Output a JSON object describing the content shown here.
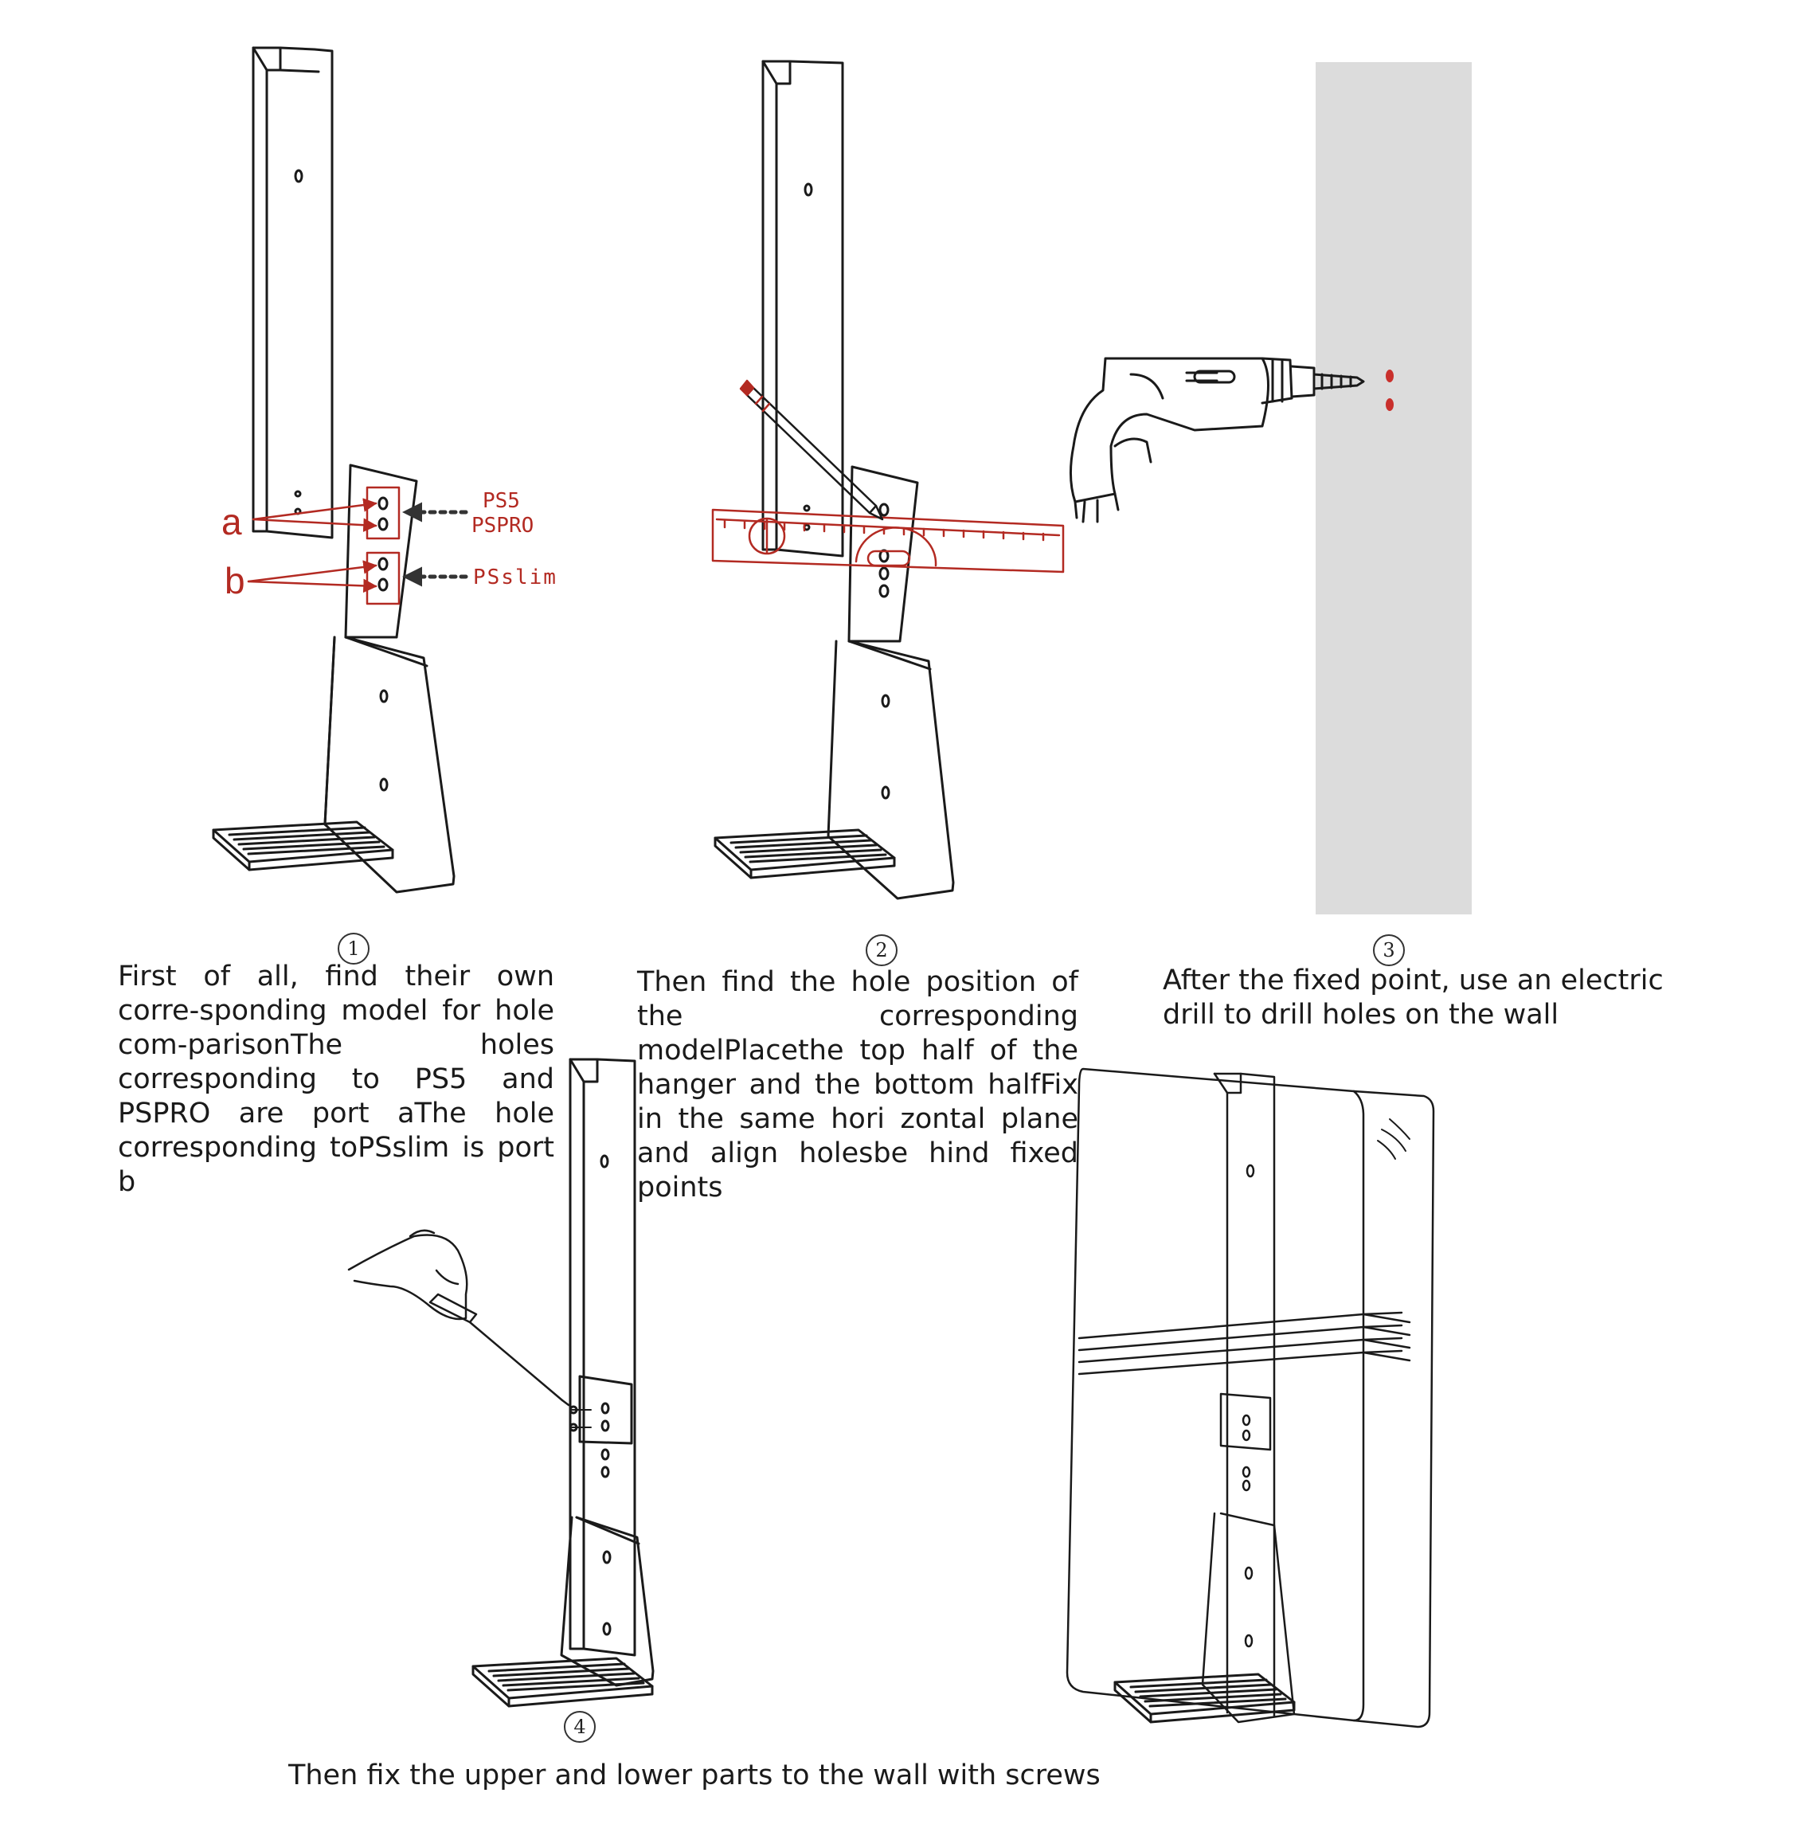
{
  "colors": {
    "line": "#1a1a1a",
    "accent_red": "#b32a22",
    "wall_gray": "#dcdcdc",
    "drill_dot": "#c9302c"
  },
  "step1": {
    "number": "1",
    "label_a": "a",
    "label_b": "b",
    "port_a_text_1": "PS5",
    "port_a_text_2": "PSPRO",
    "port_b_text": "PSslim",
    "caption": "First of all, find their own corre-sponding model for hole com-parisonThe holes corresponding to PS5 and PSPRO are port aThe hole corresponding toPSslim is port b"
  },
  "step2": {
    "number": "2",
    "caption": "Then find the hole position of the corresponding modelPlacethe top half of the hanger and the bottom halfFix in the same hori zontal plane and align holesbe hind fixed points"
  },
  "step3": {
    "number": "3",
    "caption": "After the fixed point, use an electric drill to drill holes on the wall"
  },
  "step4": {
    "number": "4",
    "caption": "Then fix the upper and lower parts to the wall with screws"
  }
}
